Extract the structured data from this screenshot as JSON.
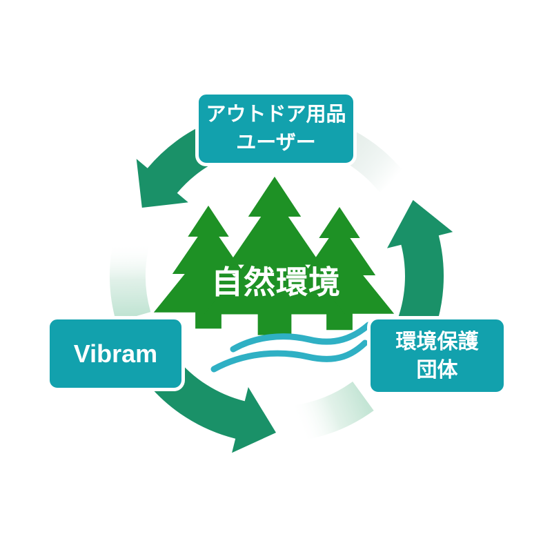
{
  "colors": {
    "background": "#ffffff",
    "box_teal": "#12a1ad",
    "arrow_green": "#1a9168",
    "tree_green": "#1e9125",
    "wave_teal": "#2fb0c4",
    "track_mint": "#c2e5d5",
    "label_white": "#ffffff"
  },
  "diagram": {
    "cycle_direction": "counterclockwise",
    "center": {
      "label": "自然環境"
    },
    "nodes": [
      {
        "id": "outdoor-users",
        "position": "top",
        "lines": [
          "アウトドア用品",
          "ユーザー"
        ]
      },
      {
        "id": "vibram",
        "position": "left",
        "lines": [
          "Vibram"
        ]
      },
      {
        "id": "environmental-groups",
        "position": "right",
        "lines": [
          "環境保護",
          "団体"
        ]
      }
    ]
  }
}
